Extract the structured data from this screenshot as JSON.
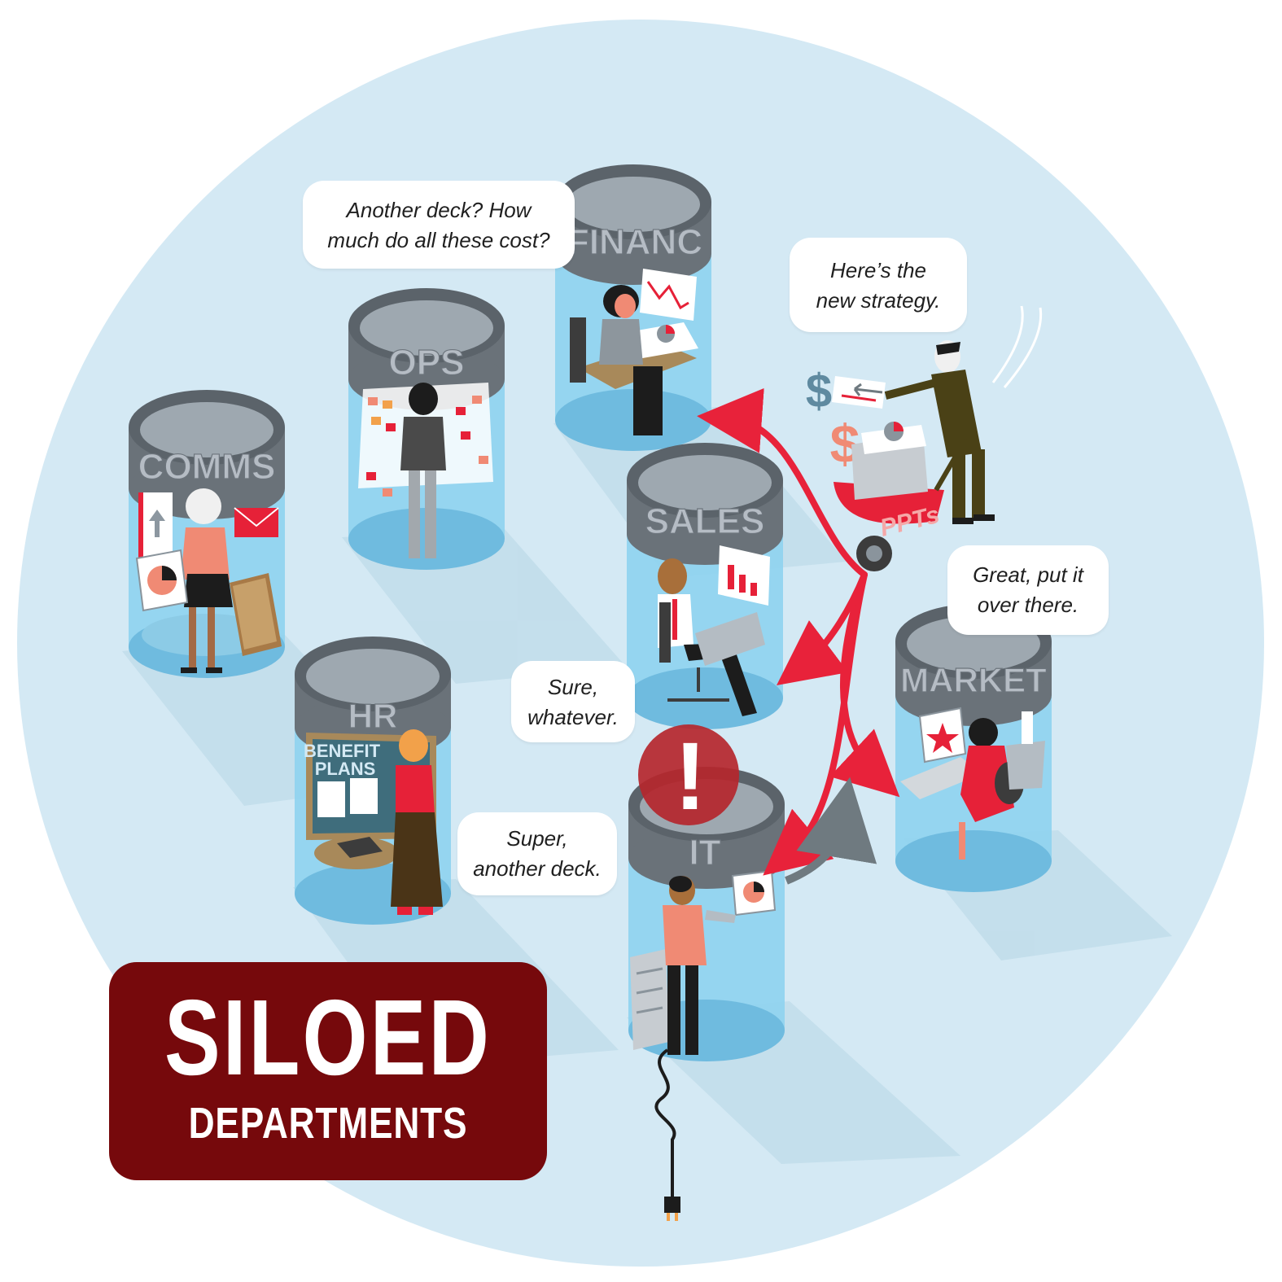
{
  "title": {
    "main": "SILOED",
    "sub": "DEPARTMENTS"
  },
  "departments": [
    {
      "id": "comms",
      "label": "COMMS"
    },
    {
      "id": "ops",
      "label": "OPS"
    },
    {
      "id": "finance",
      "label": "FINANC"
    },
    {
      "id": "sales",
      "label": "SALES"
    },
    {
      "id": "hr",
      "label": "HR"
    },
    {
      "id": "it",
      "label": "IT"
    },
    {
      "id": "marketing",
      "label": "MARKET"
    }
  ],
  "speech": {
    "finance": [
      "Another deck? How",
      "much do all these cost?"
    ],
    "strategy": [
      "Here’s the",
      "new strategy."
    ],
    "marketing": [
      "Great, put it",
      "over there."
    ],
    "sales": [
      "Sure,",
      "whatever."
    ],
    "it": [
      "Super,",
      "another deck."
    ]
  },
  "props": {
    "wheelbarrow_label": "PPTs",
    "hr_board": [
      "BENEFIT",
      "PLANS"
    ],
    "currency_symbol": "$",
    "alert_symbol": "!"
  },
  "icons": [
    "alert-icon",
    "envelope-icon",
    "pie-chart-icon",
    "bar-chart-icon",
    "line-chart-icon",
    "star-icon",
    "server-icon",
    "laptop-icon",
    "power-plug-icon",
    "arrow-icon"
  ],
  "colors": {
    "background_circle": "#d4e9f4",
    "silo_glass": "#8fd2ef",
    "silo_rim": "#5e656c",
    "arrow": "#e8223a",
    "title_box": "#76090c",
    "person_red": "#e62138",
    "person_salmon": "#f08a74"
  }
}
